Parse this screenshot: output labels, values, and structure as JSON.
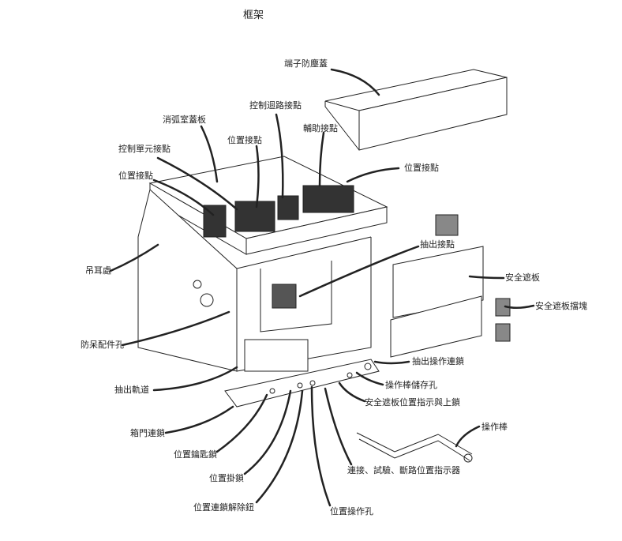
{
  "title": "框架",
  "labels": {
    "terminal_dust_cover": "端子防塵蓋",
    "control_circuit_contacts": "控制迴路接點",
    "arc_chamber_cover": "消弧室蓋板",
    "auxiliary_contacts": "輔助接點",
    "position_contacts_1": "位置接點",
    "control_unit_contacts": "控制單元接點",
    "position_contacts_2": "位置接點",
    "position_contacts_3": "位置接點",
    "drawout_contacts": "抽出接點",
    "lifting_point": "吊耳處",
    "safety_shutter": "安全遮板",
    "safety_shutter_stopper": "安全遮板擋塊",
    "mismatch_fitting_hole": "防呆配件孔",
    "drawout_interlock": "抽出操作連鎖",
    "handle_storage_hole": "操作棒儲存孔",
    "drawout_rail": "抽出軌道",
    "shutter_indicator_lock": "安全遮板位置指示與上鎖",
    "operating_handle": "操作棒",
    "door_interlock": "箱門連鎖",
    "position_key_lock": "位置鑰匙鎖",
    "position_indicator": "連接、試驗、斷路位置指示器",
    "position_padlock": "位置掛鎖",
    "position_interlock_release": "位置連鎖解除鈕",
    "position_operating_hole": "位置操作孔"
  }
}
